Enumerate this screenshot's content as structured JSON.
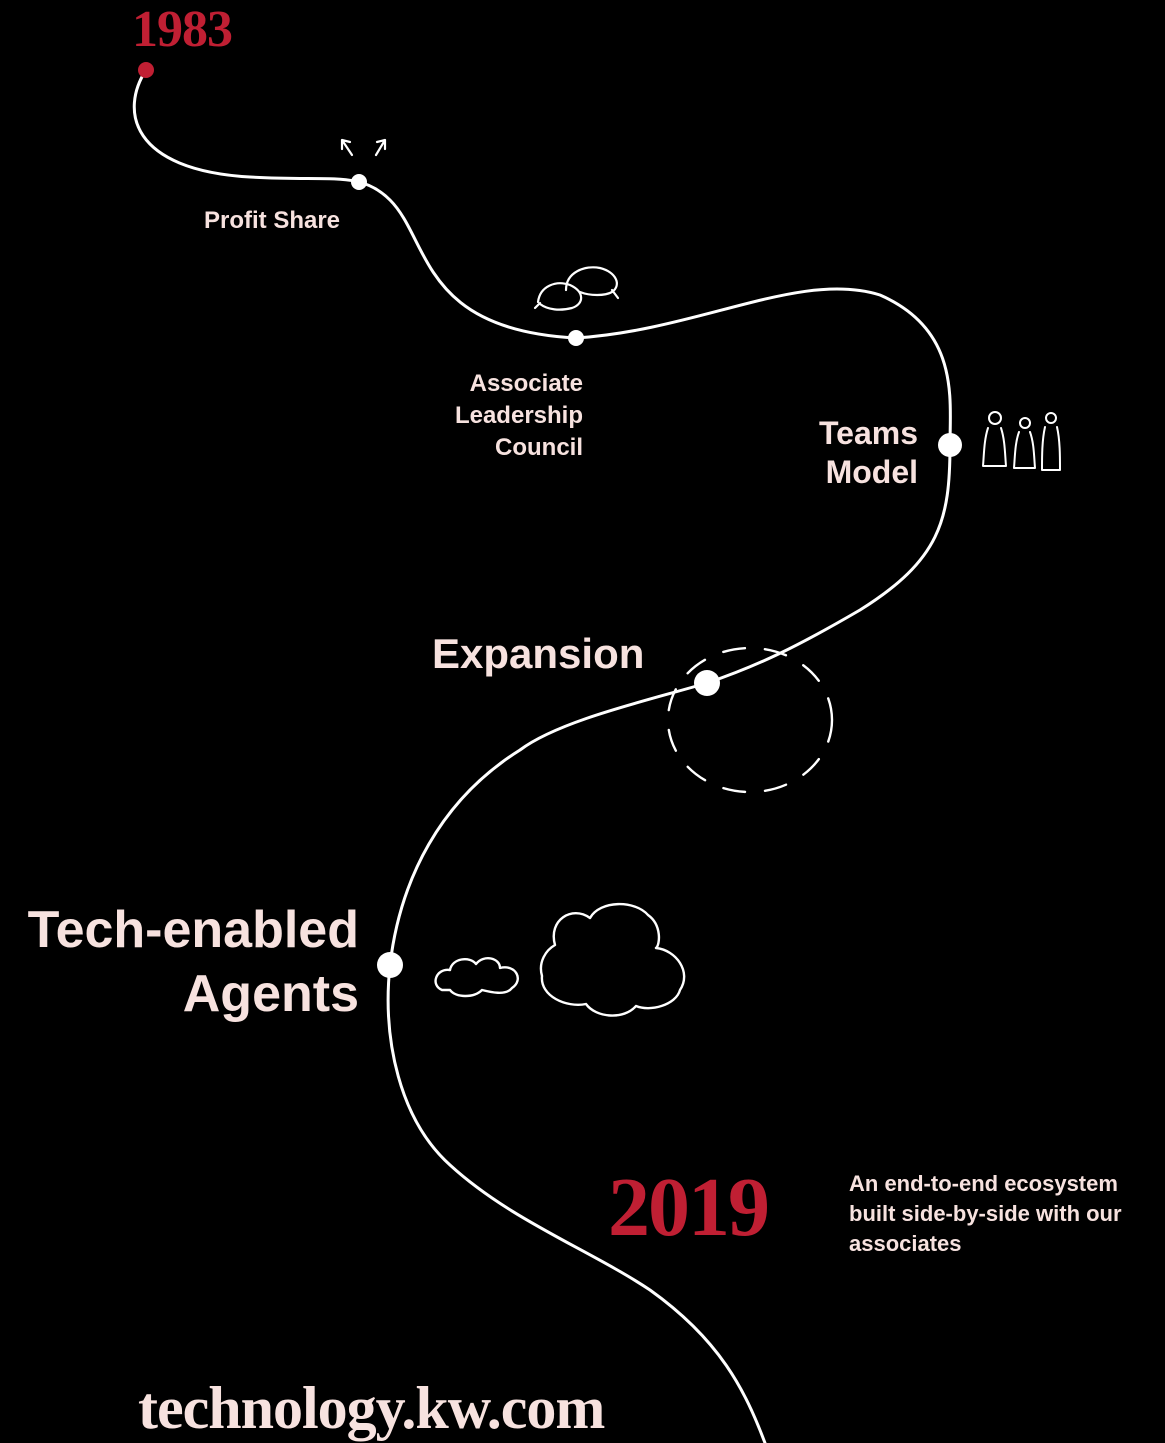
{
  "timeline": {
    "start_year": "1983",
    "end_year": "2019",
    "end_caption": "An end-to-end ecosystem built side-by-side with our associates",
    "milestones": [
      {
        "label": "Profit Share",
        "icon": "arrows-icon"
      },
      {
        "label": "Associate Leadership Council",
        "icon": "speech-bubbles-icon"
      },
      {
        "label": "Teams Model",
        "icon": "people-icon"
      },
      {
        "label": "Expansion",
        "icon": "dashed-circle-icon"
      },
      {
        "label": "Tech-enabled Agents",
        "icon": "clouds-icon"
      }
    ]
  },
  "footer": {
    "url": "technology.kw.com"
  },
  "colors": {
    "background": "#000000",
    "accent": "#c01f33",
    "text": "#f7e2df",
    "line": "#ffffff"
  }
}
